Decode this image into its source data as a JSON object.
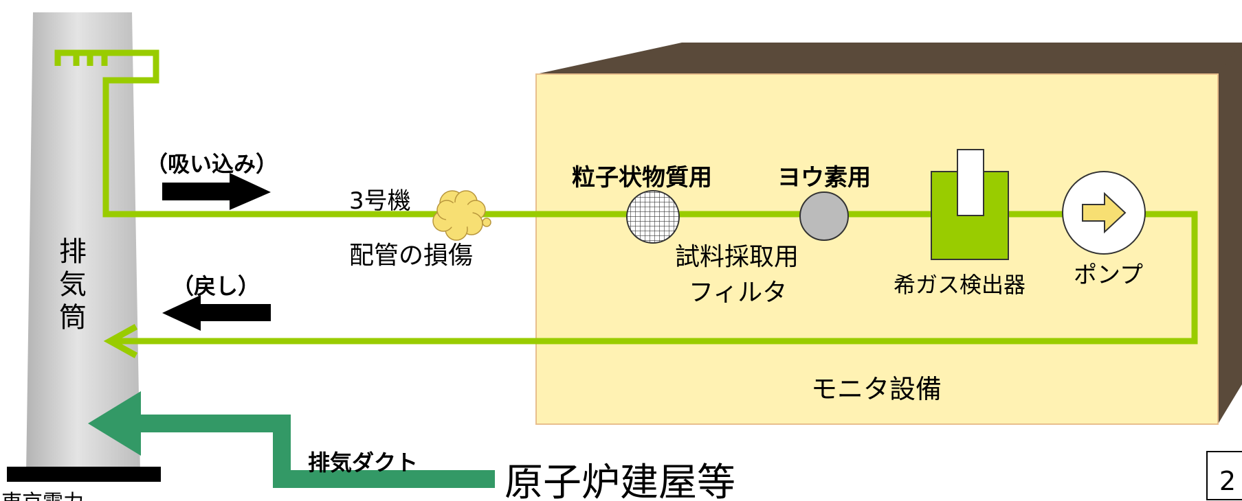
{
  "labels": {
    "suction": "（吸い込み）",
    "return": "（戻し）",
    "unit": "3号機",
    "pipe_damage": "配管の損傷",
    "stack": [
      "排",
      "気",
      "筒"
    ],
    "particulate": "粒子状物質用",
    "iodine": "ヨウ素用",
    "filter_line1": "試料採取用",
    "filter_line2": "フィルタ",
    "noble_gas": "希ガス検出器",
    "pump": "ポンプ",
    "monitor": "モニタ設備",
    "exhaust_duct": "排気ダクト",
    "reactor_building": "原子炉建屋等",
    "page_number": "2",
    "footer_text": "東京電力"
  },
  "colors": {
    "pipe": "#99CC00",
    "duct": "#339966",
    "box_front": "#FFF2B3",
    "box_top": "#5A4A3A",
    "stack": "#C8C8C8",
    "pump_arrow": "#F7DF73",
    "damage": "#F7DF73"
  },
  "icons": [
    "stack-icon",
    "damage-cloud-icon",
    "particulate-filter-icon",
    "iodine-filter-icon",
    "noble-gas-detector-icon",
    "pump-icon",
    "arrow-right-icon",
    "arrow-left-icon"
  ]
}
